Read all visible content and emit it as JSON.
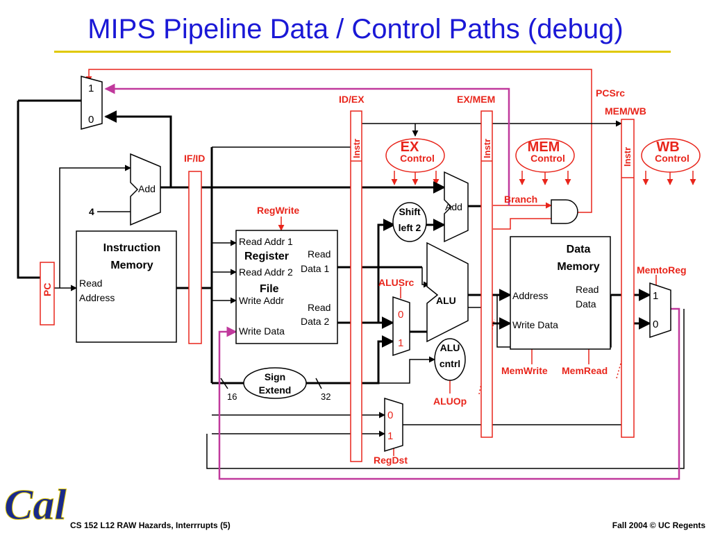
{
  "slide": {
    "title": "MIPS Pipeline Data / Control Paths (debug)",
    "footer_left": "CS 152 L12 RAW Hazards, Interrrupts (5)",
    "footer_right": "Fall 2004 © UC Regents",
    "logo_text": "Cal"
  },
  "colors": {
    "title": "#1a18d6",
    "accent_red": "#e8251b",
    "debug_path": "#c0399c",
    "logo": "#1a2a8a"
  },
  "pipeline_registers": {
    "if_id": "IF/ID",
    "id_ex": "ID/EX",
    "ex_mem": "EX/MEM",
    "mem_wb": "MEM/WB",
    "instr": "Instr"
  },
  "control": {
    "ex": "EX",
    "mem": "MEM",
    "wb": "WB",
    "control": "Control"
  },
  "signals": {
    "pcsrc": "PCSrc",
    "branch": "Branch",
    "regwrite": "RegWrite",
    "alusrc": "ALUSrc",
    "aluop": "ALUOp",
    "regdst": "RegDst",
    "memwrite": "MemWrite",
    "memread": "MemRead",
    "memtoreg": "MemtoReg"
  },
  "blocks": {
    "pc": "PC",
    "add": "Add",
    "four": "4",
    "instr_mem_title": [
      "Instruction",
      "Memory"
    ],
    "read_address": [
      "Read",
      "Address"
    ],
    "register_file": [
      "Register",
      "File"
    ],
    "read_addr_1": "Read Addr 1",
    "read_addr_2": "Read Addr 2",
    "write_addr": "Write Addr",
    "write_data": "Write Data",
    "read_data_1": [
      "Read",
      "Data 1"
    ],
    "read_data_2": [
      "Read",
      "Data 2"
    ],
    "sign_extend": [
      "Sign",
      "Extend"
    ],
    "bits_16": "16",
    "bits_32": "32",
    "shift_left_2": [
      "Shift",
      "left 2"
    ],
    "alu": "ALU",
    "alu_cntrl": [
      "ALU",
      "cntrl"
    ],
    "data_mem_title": [
      "Data",
      "Memory"
    ],
    "address": "Address",
    "read_data": [
      "Read",
      "Data"
    ],
    "mux_0": "0",
    "mux_1": "1"
  }
}
